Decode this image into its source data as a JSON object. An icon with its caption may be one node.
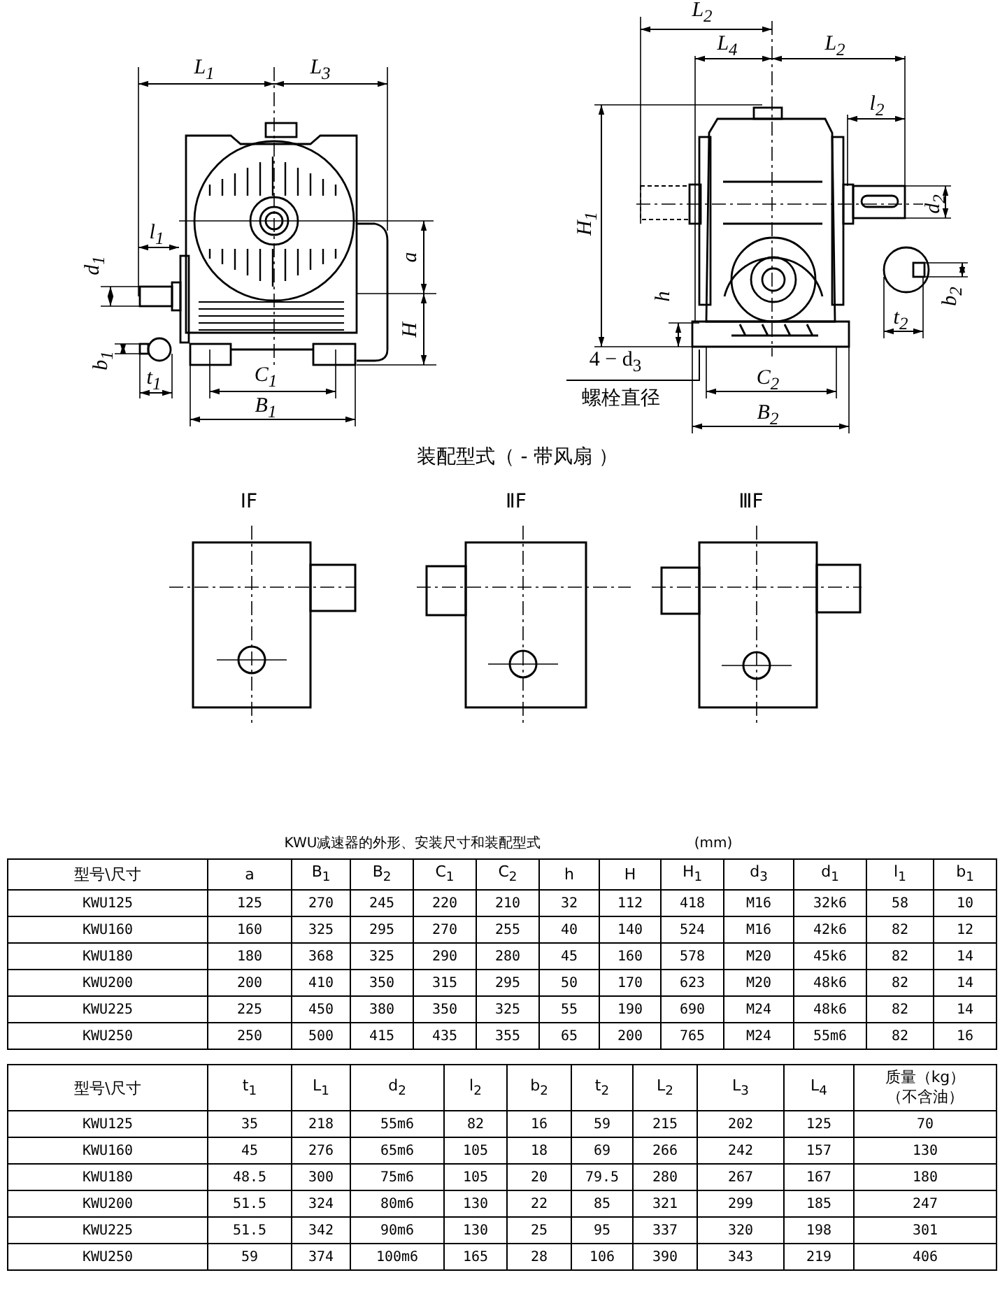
{
  "diagram": {
    "labels": [
      "L$_{1}$",
      "L$_{3}$",
      "l$_{1}$",
      "d$_{1}$",
      "a",
      "H",
      "b$_{1}$",
      "t$_{1}$",
      "C$_{1}$",
      "B$_{1}$",
      "L$_{2}$",
      "L$_{4}$",
      "L$_{2}$",
      "l$_{2}$",
      "H$_{1}$",
      "d$_{2}$",
      "h",
      "4 − d$_{3}$",
      "螺栓直径",
      "C$_{2}$",
      "b$_{2}$",
      "t$_{2}$",
      "B$_{2}$",
      "装配型式（ - 带风扇 ）",
      "ⅠF",
      "ⅡF",
      "ⅢF",
      "KWU减速器的外形、安装尺寸和装配型式",
      "(mm)",
      "型号\\尺寸",
      "a",
      "B$_{1}$",
      "B$_{2}$",
      "C$_{1}$",
      "C$_{2}$",
      "h",
      "H",
      "H$_{1}$",
      "d$_{3}$",
      "d$_{1}$",
      "l$_{1}$",
      "b$_{1}$",
      "KWU125",
      "125",
      "270",
      "245",
      "220",
      "210",
      "32",
      "112",
      "418",
      "M16",
      "32k6",
      "58",
      "10",
      "KWU160",
      "160",
      "325",
      "295",
      "270",
      "255",
      "40",
      "140",
      "524",
      "M16",
      "42k6",
      "82",
      "12",
      "KWU180",
      "180",
      "368",
      "325",
      "290",
      "280",
      "45",
      "160",
      "578",
      "M20",
      "45k6",
      "82",
      "14",
      "KWU200",
      "200",
      "410",
      "350",
      "315",
      "295",
      "50",
      "170",
      "623",
      "M20",
      "48k6",
      "82",
      "14",
      "KWU225",
      "225",
      "450",
      "380",
      "350",
      "325",
      "55",
      "190",
      "690",
      "M24",
      "48k6",
      "82",
      "14",
      "KWU250",
      "250",
      "500",
      "415",
      "435",
      "355",
      "65",
      "200",
      "765",
      "M24",
      "55m6",
      "82",
      "16",
      "型号\\尺寸",
      "t$_{1}$",
      "L$_{1}$",
      "d$_{2}$",
      "l$_{2}$",
      "b$_{2}$",
      "t$_{2}$",
      "L$_{2}$",
      "L$_{3}$",
      "L$_{4}$",
      "质量（kg）（不含油）",
      "KWU125",
      "35",
      "218",
      "55m6",
      "82",
      "16",
      "59",
      "215",
      "202",
      "125",
      "70",
      "KWU160",
      "45",
      "276",
      "65m6",
      "105",
      "18",
      "69",
      "266",
      "242",
      "157",
      "130",
      "KWU180",
      "48.5",
      "300",
      "75m6",
      "105",
      "20",
      "79.5",
      "280",
      "267",
      "167",
      "180",
      "KWU200",
      "51.5",
      "324",
      "80m6",
      "130",
      "22",
      "85",
      "321",
      "299",
      "185",
      "247",
      "KWU225",
      "51.5",
      "342",
      "90m6",
      "130",
      "25",
      "95",
      "337",
      "320",
      "198",
      "301",
      "KWU250",
      "59",
      "374",
      "100m6",
      "165",
      "28",
      "106",
      "390",
      "343",
      "219",
      "406"
    ]
  }
}
